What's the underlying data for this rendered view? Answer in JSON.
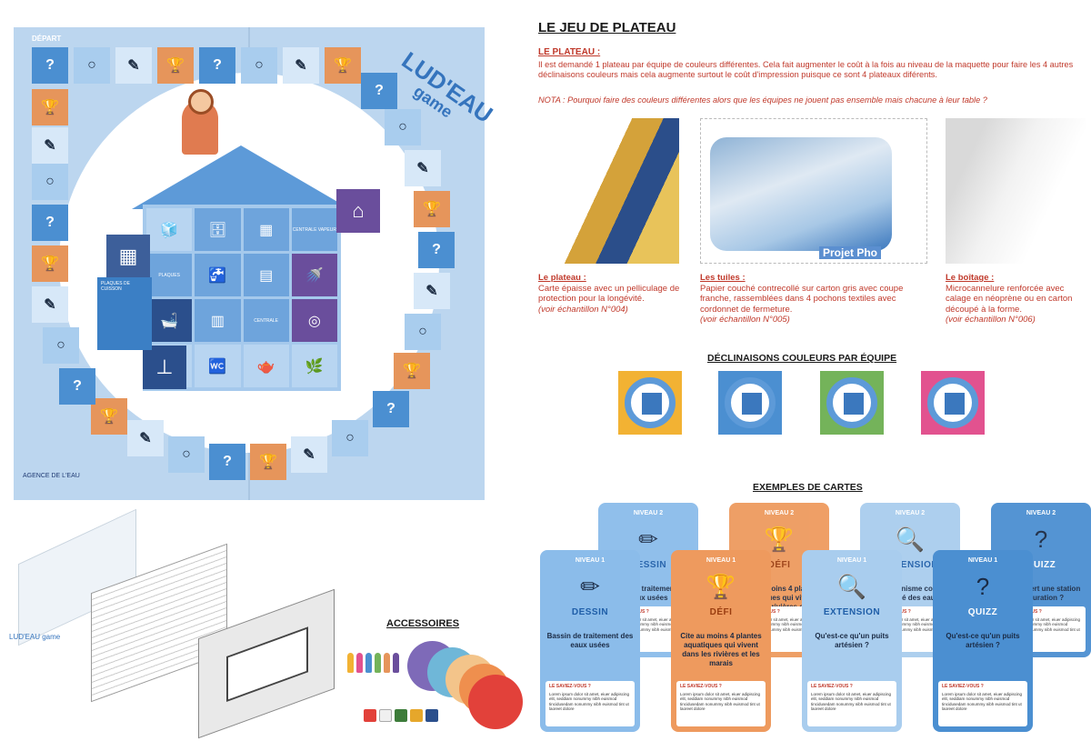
{
  "board": {
    "depart_label": "DÉPART",
    "logo_line1": "LUD'EAU",
    "logo_line2": "game",
    "side_card_text": "PLAQUES DE CUISSON",
    "partners_text": "AGENCE DE L'EAU",
    "rooms": [
      {
        "icon": "🧊",
        "tone": "l"
      },
      {
        "icon": "🗄",
        "tone": "n"
      },
      {
        "icon": "▦",
        "tone": "n"
      },
      {
        "icon": "CENTRALE VAPEUR",
        "tone": "n"
      },
      {
        "icon": "PLAQUES",
        "tone": "n"
      },
      {
        "icon": "🚰",
        "tone": "n"
      },
      {
        "icon": "▤",
        "tone": "n"
      },
      {
        "icon": "🚿",
        "tone": "p"
      },
      {
        "icon": "🛁",
        "tone": "d"
      },
      {
        "icon": "▥",
        "tone": "n"
      },
      {
        "icon": "CENTRALE",
        "tone": "n"
      },
      {
        "icon": "◎",
        "tone": "p"
      },
      {
        "icon": "🚽",
        "tone": "l"
      },
      {
        "icon": "🚾",
        "tone": "l"
      },
      {
        "icon": "🫖",
        "tone": "l"
      },
      {
        "icon": "🌿",
        "tone": "l"
      }
    ]
  },
  "box": {
    "brand_label": "LUD'EAU game"
  },
  "accessoires": {
    "title": "ACCESSOIRES"
  },
  "right": {
    "title": "LE JEU DE PLATEAU",
    "plateau_subtitle": "LE PLATEAU :",
    "plateau_text": "Il est demandé 1 plateau par équipe de couleurs différentes. Cela fait augmenter le coût à la fois au niveau de la maquette pour faire les 4 autres déclinaisons couleurs mais cela augmente surtout le coût d'impression puisque ce sont 4 plateaux diférents.",
    "nota_text": "NOTA : Pourquoi faire des couleurs différentes alors que les équipes ne jouent pas ensemble mais chacune à leur table ?",
    "puzzle_label": "Projet Pho",
    "captions": [
      {
        "heading": "Le plateau :",
        "body": "Carte épaisse avec un pelliculage de protection pour la longévité.",
        "ref": "(voir échantillon N°004)"
      },
      {
        "heading": "Les tuiles :",
        "body": "Papier couché contrecollé sur carton gris avec coupe franche, rassemblées dans 4 pochons textiles avec cordonnet de fermeture.",
        "ref": "(voir échantillon N°005)"
      },
      {
        "heading": "Le boîtage :",
        "body": "Microcannelure renforcée avec calage en néoprène ou en carton découpé à la forme.",
        "ref": "(voir échantillon N°006)"
      }
    ],
    "declinaisons_title": "DÉCLINAISONS COULEURS PAR ÉQUIPE",
    "declinaisons_colors": [
      "#f2b233",
      "#4b8fd1",
      "#74b35a",
      "#e2528f"
    ],
    "exemples_title": "EXEMPLES DE CARTES"
  },
  "cards": {
    "back": [
      {
        "level": "NIVEAU 2",
        "icon": "✏",
        "category": "DESSIN",
        "question": "Bassin de traitement des eaux usées",
        "style": "c-blue"
      },
      {
        "level": "NIVEAU 2",
        "icon": "🏆",
        "category": "DÉFI",
        "question": "Cite au moins 4 plantes aquatiques qui vivent dans les rivières et les marais",
        "style": "c-orange"
      },
      {
        "level": "NIVEAU 2",
        "icon": "🔍",
        "category": "EXTENSION",
        "question": "Quel organisme contrôle la qualité des eaux ?",
        "style": "c-light"
      },
      {
        "level": "NIVEAU 2",
        "icon": "?",
        "category": "QUIZZ",
        "question": "À quoi sert une station d'épuration ?",
        "style": "c-dark"
      }
    ],
    "front": [
      {
        "level": "NIVEAU 1",
        "icon": "✏",
        "category": "DESSIN",
        "question": "Bassin de traitement des eaux usées",
        "style": "c-blue"
      },
      {
        "level": "NIVEAU 1",
        "icon": "🏆",
        "category": "DÉFI",
        "question": "Cite au moins 4 plantes aquatiques qui vivent dans les rivières et les marais",
        "style": "c-orange"
      },
      {
        "level": "NIVEAU 1",
        "icon": "🔍",
        "category": "EXTENSION",
        "question": "Qu'est-ce qu'un puits artésien ?",
        "style": "c-light"
      },
      {
        "level": "NIVEAU 1",
        "icon": "?",
        "category": "QUIZZ",
        "question": "Qu'est-ce qu'un puits artésien ?",
        "style": "c-dark"
      }
    ],
    "savez_vous": "LE SAVIEZ-VOUS ?",
    "lorem": "Lorem ipsum dolor sit amet, eiuer adipiscing elit, seddiam nonummy nibh euismod tincidusedam nonummy nibh euismod tint ut laoreet dolore"
  }
}
